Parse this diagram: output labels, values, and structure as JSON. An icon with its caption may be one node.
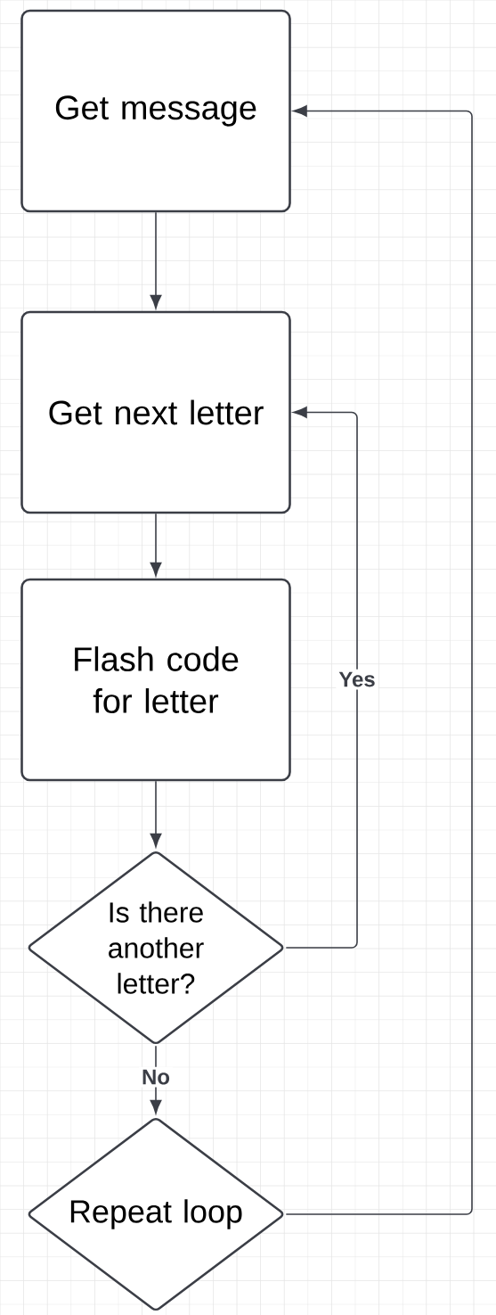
{
  "diagram": {
    "nodes": [
      {
        "text": [
          "Get message"
        ]
      },
      {
        "text": [
          "Get next letter"
        ]
      },
      {
        "text": [
          "Flash code for letter"
        ]
      },
      {
        "text": [
          "Is there another letter?"
        ]
      },
      {
        "text": [
          "Repeat loop"
        ]
      }
    ],
    "edges": [
      {
        "from": 0,
        "to": 1,
        "arrow": "to"
      },
      {
        "from": 1,
        "to": 2,
        "arrow": "to"
      },
      {
        "from": 2,
        "to": 3,
        "arrow": "to"
      },
      {
        "from": 3,
        "to": 1,
        "arrow": "to",
        "label": "Yes"
      },
      {
        "from": 3,
        "to": 4,
        "arrow": "to",
        "label": "No"
      },
      {
        "from": 4,
        "to": 0,
        "arrow": "to"
      }
    ]
  }
}
